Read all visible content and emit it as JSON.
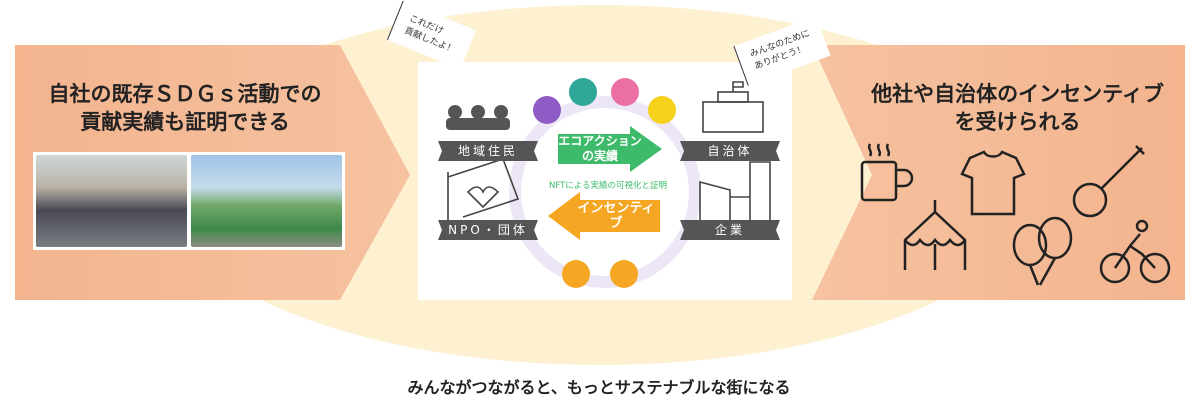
{
  "left_panel": {
    "title_line1": "自社の既存ＳＤＧｓ活動での",
    "title_line2": "貢献実績も証明できる"
  },
  "right_panel": {
    "title_line1": "他社や自治体のインセンティブ",
    "title_line2": "を受けられる",
    "icons": [
      "coffee-mug-icon",
      "t-shirt-icon",
      "banjo-icon",
      "tent-icon",
      "balloons-icon",
      "cyclist-icon"
    ]
  },
  "center": {
    "bubble_left": [
      "これだけ",
      "貢献したよ！"
    ],
    "bubble_right": [
      "みんなのために",
      "ありがとう！"
    ],
    "groups": {
      "residents": "地域住民",
      "npo": "NPO・団体",
      "municipality": "自治体",
      "company": "企業"
    },
    "arrow_eco": [
      "エコアクション",
      "の実績"
    ],
    "arrow_incentive": "インセンティブ",
    "nft_caption": "NFTによる実績の可視化と証明",
    "colors": {
      "green": "#3dbb6a",
      "orange": "#f5a623",
      "purple": "#8e5cc4",
      "teal": "#2fa89a",
      "pink": "#ec6fa3",
      "yellow": "#f7d21c",
      "band": "#555555"
    }
  },
  "footer": "みんながつながると、もっとサステナブルな街になる"
}
